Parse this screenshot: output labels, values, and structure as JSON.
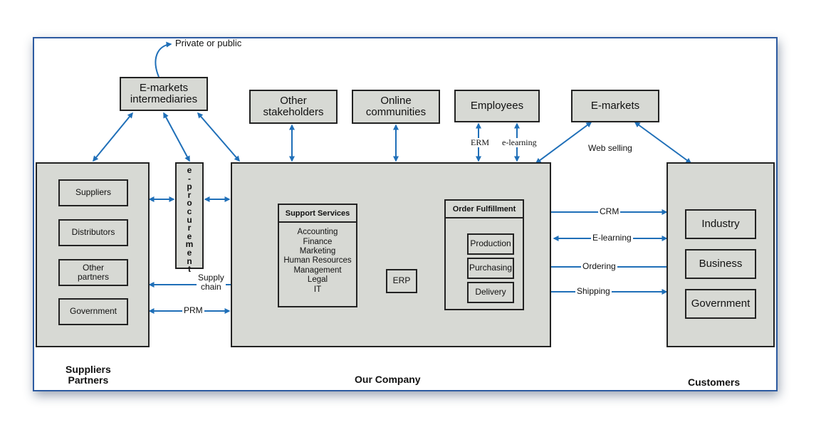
{
  "top_label": "Private or public",
  "emarkets_intermediaries": "E-markets\nintermediaries",
  "other_stakeholders": "Other\nstakeholders",
  "online_communities": "Online\ncommunities",
  "employees": "Employees",
  "emarkets": "E-markets",
  "erm": "ERM",
  "elearning_top": "e-learning",
  "web_selling": "Web selling",
  "suppliers_block": {
    "items": [
      "Suppliers",
      "Distributors",
      "Other\npartners",
      "Government"
    ],
    "caption": "Suppliers\nPartners"
  },
  "eprocurement": [
    "e",
    "-",
    "p",
    "r",
    "o",
    "c",
    "u",
    "r",
    "e",
    "m",
    "e",
    "n",
    "t"
  ],
  "company": {
    "caption": "Our Company",
    "support_title": "Support Services",
    "support_items": [
      "Accounting",
      "Finance",
      "Marketing",
      "Human Resources",
      "Management",
      "Legal",
      "IT"
    ],
    "erp": "ERP",
    "order_title": "Order Fulfillment",
    "order_items": [
      "Production",
      "Purchasing",
      "Delivery"
    ]
  },
  "supply_chain": "Supply\nchain",
  "prm": "PRM",
  "customer_links": [
    "CRM",
    "E-learning",
    "Ordering",
    "Shipping"
  ],
  "customers_block": {
    "items": [
      "Industry",
      "Business",
      "Government"
    ],
    "caption": "Customers"
  },
  "colors": {
    "arrow": "#1f6fb8",
    "box": "#d7d9d4",
    "frame": "#2c5aa0"
  }
}
